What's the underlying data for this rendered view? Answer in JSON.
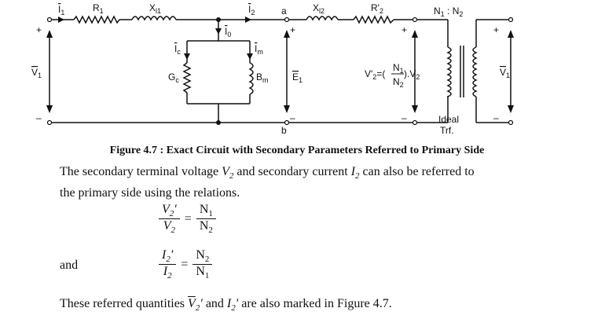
{
  "figure": {
    "labels": {
      "i1": "I",
      "i1_sub": "1",
      "r1": "R",
      "r1_sub": "1",
      "xl1": "X",
      "xl1_sub": "l1",
      "i2": "I",
      "i2_sub": "2",
      "a": "a",
      "xl2": "X",
      "xl2_sub": "l2",
      "r2": "R'",
      "r2_sub": "2",
      "ratio": "N",
      "ratio_sub1": "1",
      "ratio_mid": " : N",
      "ratio_sub2": "2",
      "i0": "I",
      "i0_sub": "0",
      "ic": "I",
      "ic_sub": "c",
      "gc": "G",
      "gc_sub": "c",
      "im": "I",
      "im_sub": "m",
      "bm": "B",
      "bm_sub": "m",
      "e1": "E",
      "e1_sub": "1",
      "v1_left": "V",
      "v1_left_sub": "1",
      "v1_right": "V",
      "v1_right_sub": "1",
      "v2p_lhs": "V'",
      "v2p_lhs_sub": "2",
      "v2p_eq": "=(",
      "v2p_n1": "N",
      "v2p_n1_sub": "1",
      "v2p_n2": "N",
      "v2p_n2_sub": "2",
      "v2p_rhs": ").V",
      "v2p_rhs_sub": "2",
      "b": "b",
      "ideal": "Ideal",
      "trf": "Trf.",
      "plus": "+",
      "minus": "–"
    },
    "caption": "Figure 4.7 : Exact Circuit with Secondary Parameters Referred to Primary Side"
  },
  "text": {
    "p1_a": "The secondary terminal voltage ",
    "p1_v": "V",
    "p1_v_sub": "2",
    "p1_b": " and secondary current ",
    "p1_i": "I",
    "p1_i_sub": "2",
    "p1_c": " can also be referred to",
    "p1_line2": "the primary side using the relations.",
    "eq1_num": "V",
    "eq1_num_sub": "2",
    "eq1_num_prime": "′",
    "eq1_den": "V",
    "eq1_den_sub": "2",
    "eq1_rnum": "N",
    "eq1_rnum_sub": "1",
    "eq1_rden": "N",
    "eq1_rden_sub": "2",
    "and": "and",
    "eq2_num": "I",
    "eq2_num_sub": "2",
    "eq2_num_prime": "′",
    "eq2_den": "I",
    "eq2_den_sub": "2",
    "eq2_rnum": "N",
    "eq2_rnum_sub": "2",
    "eq2_rden": "N",
    "eq2_rden_sub": "1",
    "equals": "=",
    "p2_a": "These referred quantities ",
    "p2_v": "V",
    "p2_v_sub": "2",
    "p2_v_prime": "′",
    "p2_and": " and ",
    "p2_i": "I",
    "p2_i_sub": "2",
    "p2_i_prime": "′",
    "p2_b": " are also marked in Figure 4.7."
  }
}
